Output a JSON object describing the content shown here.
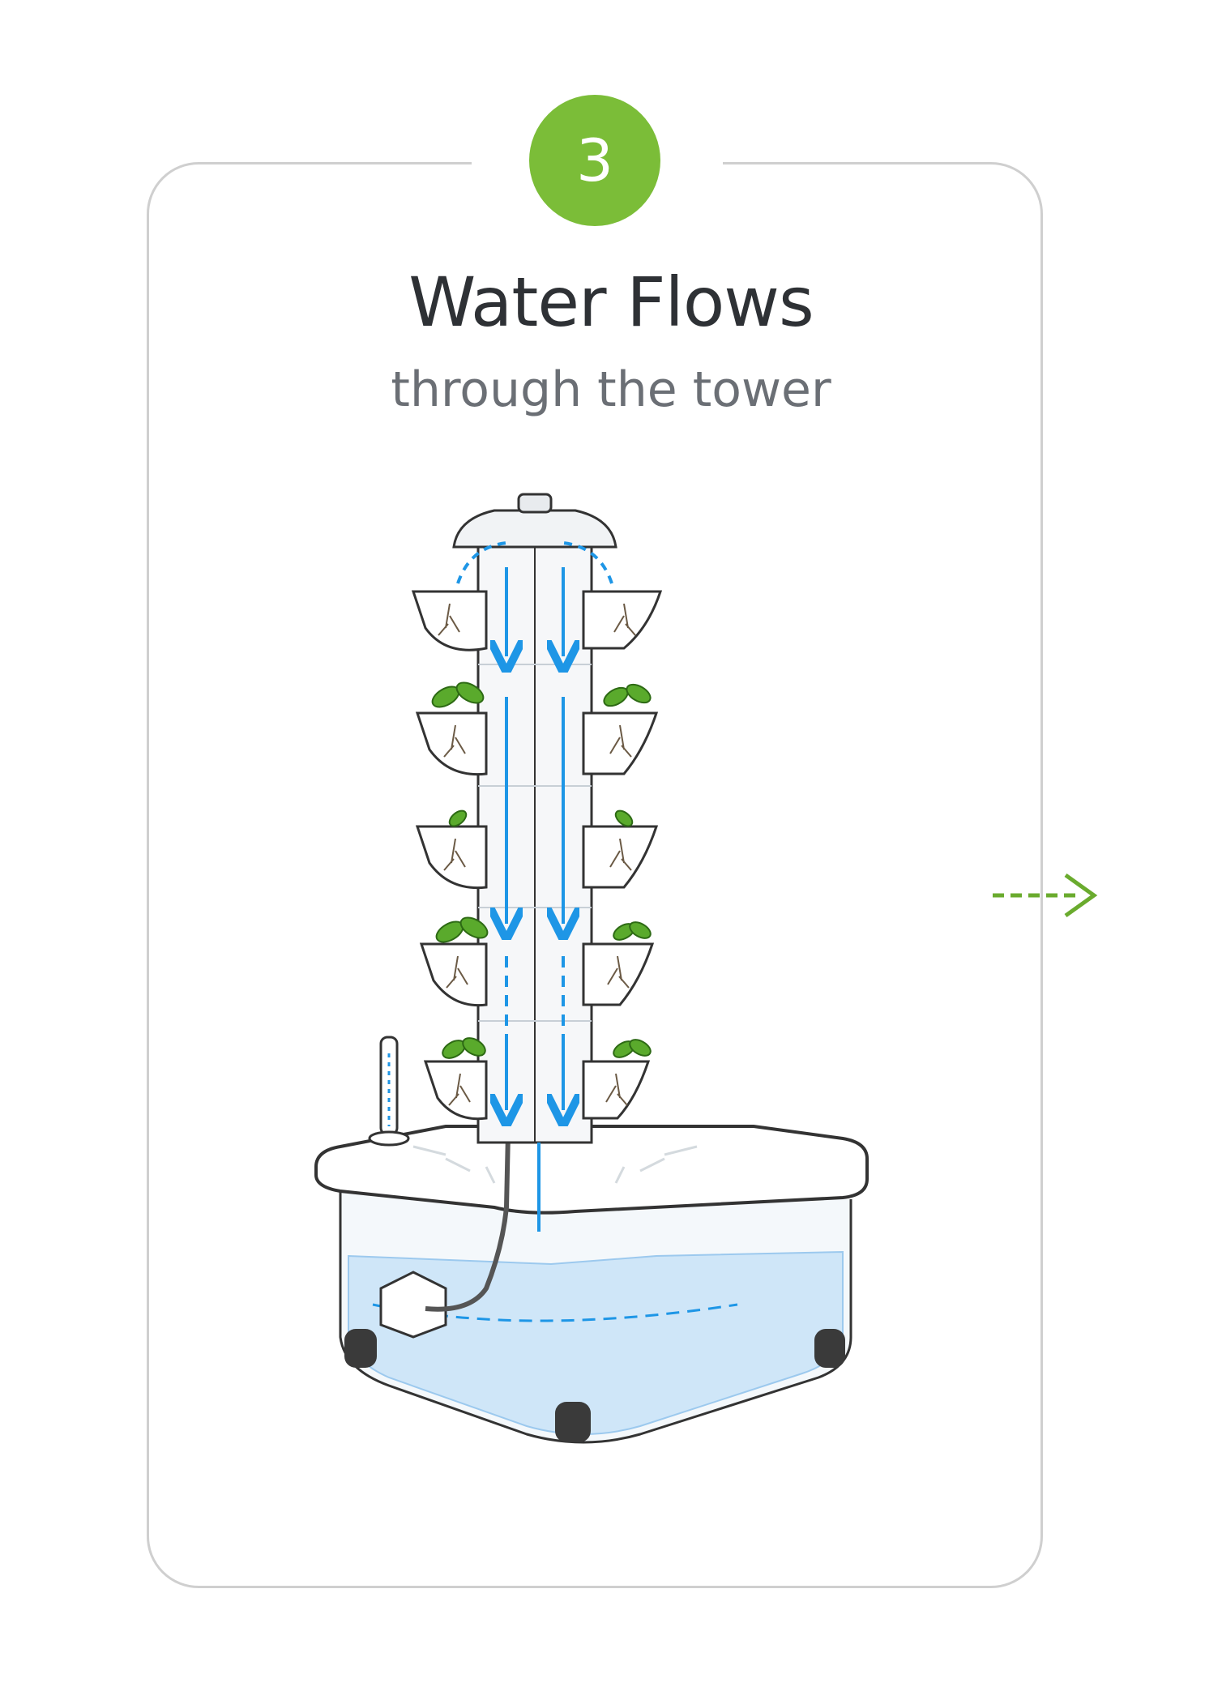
{
  "step": {
    "number": "3"
  },
  "heading": {
    "title": "Water Flows",
    "subtitle": "through the tower"
  },
  "colors": {
    "accent": "#7bbd38",
    "water": "#1e96e6",
    "leaf": "#5aaa2c",
    "reservoir": "#cfe6f8"
  },
  "icons": {
    "next": "dashed-arrow-right-icon"
  }
}
